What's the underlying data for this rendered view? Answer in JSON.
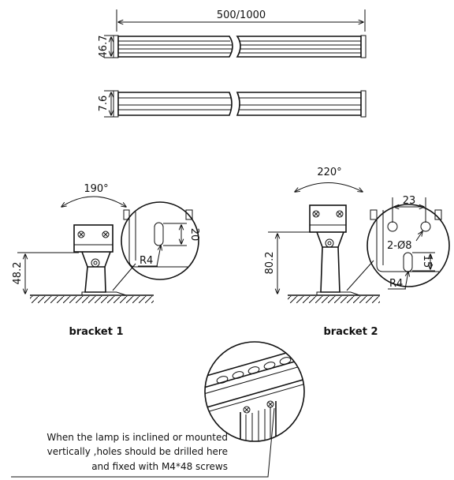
{
  "top_view": {
    "length_label": "500/1000",
    "height_label_a": "46.7",
    "height_label_b": "7.6"
  },
  "bracket1": {
    "angle_label": "190°",
    "height_label": "48.2",
    "slot_label": "20",
    "radius_label": "R4",
    "caption": "bracket 1"
  },
  "bracket2": {
    "angle_label": "220°",
    "height_label": "80.2",
    "spacing_label": "23",
    "holes_label": "2-Ø8",
    "slot_label": "15",
    "radius_label": "R4",
    "caption": "bracket 2"
  },
  "mounting_note": {
    "line1": "When the lamp is inclined or mounted",
    "line2": "vertically ,holes should be drilled here",
    "line3": "and fixed with M4*48 screws"
  }
}
